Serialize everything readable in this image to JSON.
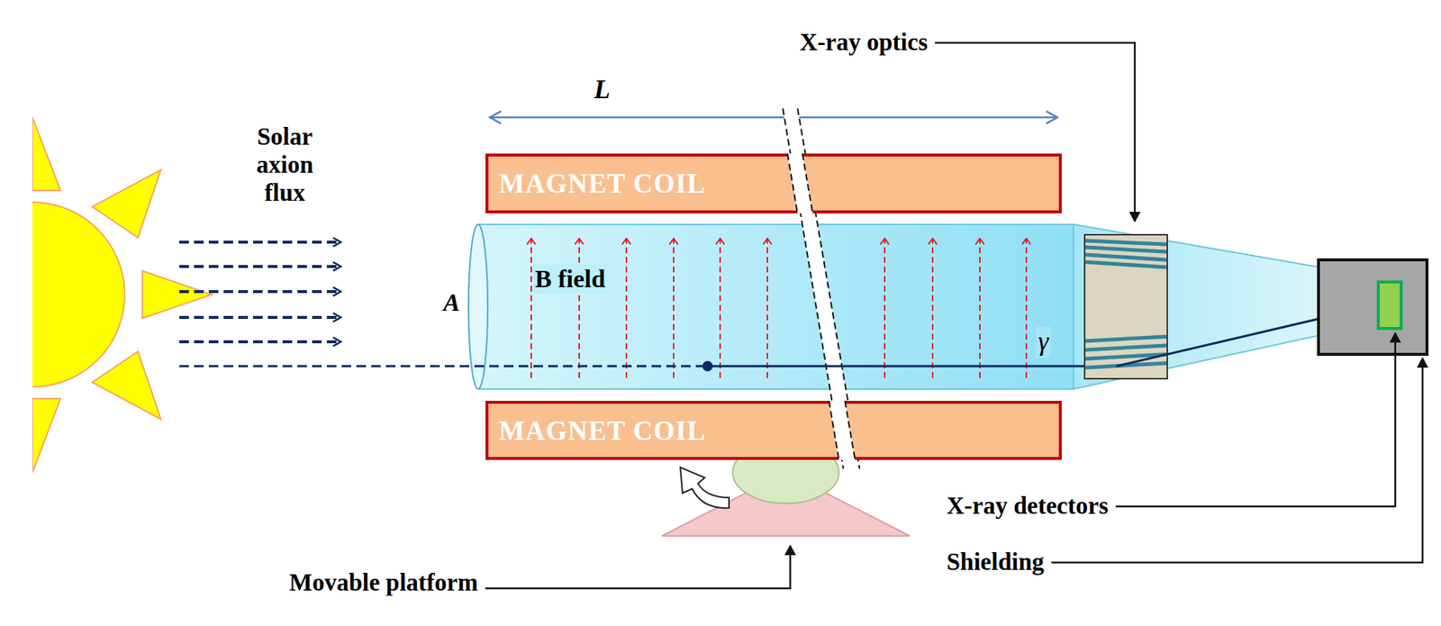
{
  "diagram": {
    "nodes": [
      {
        "text": [
          "MAGNET COIL"
        ]
      },
      {
        "text": [
          "MAGNET COIL"
        ]
      }
    ],
    "labels": [
      "L",
      "Solar axion flux",
      "B field",
      "A",
      "γ",
      "X-ray optics",
      "X-ray detectors",
      "Shielding",
      "Movable platform"
    ]
  }
}
